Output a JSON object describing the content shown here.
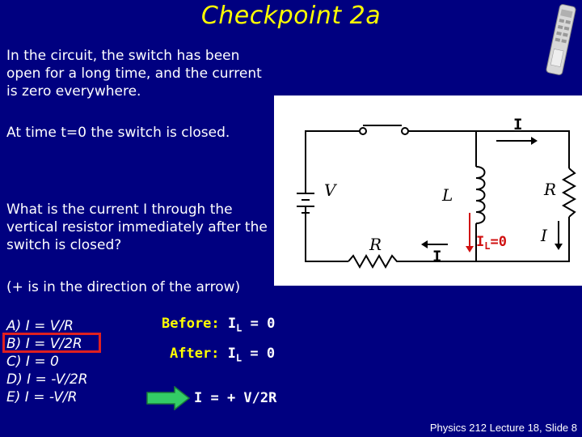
{
  "slide": {
    "title": "Checkpoint 2a",
    "intro": "In the circuit, the switch has been open for a long time, and the current is zero everywhere.",
    "closed_text": "At time t=0 the switch is closed.",
    "question": "What is the current I through the vertical resistor immediately after the switch is closed?",
    "direction_note": "(+ is in the direction of the arrow)",
    "answers": [
      "A) I = V/R",
      "B) I = V/2R",
      "C) I = 0",
      "D) I = -V/2R",
      "E) I = -V/R"
    ],
    "selected_answer": "B",
    "before_label": "Before:",
    "before_value": "I",
    "before_sub": "L",
    "before_rest": " = 0",
    "after_label": "After:",
    "after_value": "I",
    "after_sub": "L",
    "after_rest": " = 0",
    "result": "I = + V/2R",
    "footer": "Physics 212  Lecture 18, Slide  8"
  },
  "circuit": {
    "labels": {
      "battery": "V",
      "inductor": "L",
      "resistor_bottom": "R",
      "resistor_right": "R",
      "current_top": "I",
      "current_bottom": "I",
      "current_right": "I",
      "inductor_current_main": "I",
      "inductor_current_sub": "L",
      "inductor_current_rest": "=0"
    }
  },
  "colors": {
    "background": "#000080",
    "title": "#ffff00",
    "highlight_box": "#e02020",
    "arrow": "#33cc66",
    "inductor_current": "#d01010"
  },
  "icons": [
    "clicker-remote-icon",
    "right-arrow-icon"
  ]
}
